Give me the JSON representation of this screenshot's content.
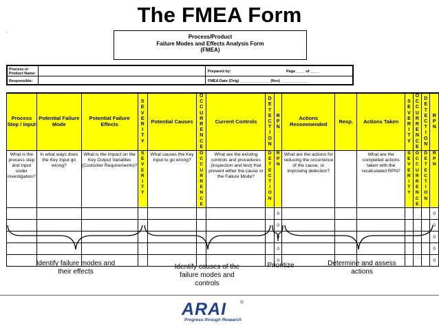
{
  "slide": {
    "title": "The FMEA Form",
    "marker": "-"
  },
  "form_header": {
    "line1": "Process/Product",
    "line2": "Failure Modes and Effects Analysis Form",
    "line3": "(FMEA)"
  },
  "info": {
    "process_label": "Process or Product Name:",
    "responsible_label": "Responsible:",
    "prepared_label": "Prepared by:",
    "page_label": "Page ____ of ____",
    "date_label": "FMEA Date (Orig) ______________ (Rev) _____________"
  },
  "columns": [
    {
      "label": "Process Step / Input",
      "vertical": false
    },
    {
      "label": "Potential Failure Mode",
      "vertical": false
    },
    {
      "label": "Potential Failure Effects",
      "vertical": false
    },
    {
      "label": "SEVERITY",
      "vertical": true
    },
    {
      "label": "Potential Causes",
      "vertical": false
    },
    {
      "label": "OCCURRENCE",
      "vertical": true
    },
    {
      "label": "Current Controls",
      "vertical": false
    },
    {
      "label": "DETECTION",
      "vertical": true
    },
    {
      "label": "RPN",
      "vertical": true
    },
    {
      "label": "Actions Recommended",
      "vertical": false
    },
    {
      "label": "Resp.",
      "vertical": false
    },
    {
      "label": "Actions Taken",
      "vertical": false
    },
    {
      "label": "SEVERITY",
      "vertical": true
    },
    {
      "label": "OCCURRENCE",
      "vertical": true
    },
    {
      "label": "DETECTION",
      "vertical": true
    },
    {
      "label": "RPN",
      "vertical": true
    }
  ],
  "descriptions": [
    "What is the process step and Input under investigation?",
    "In what ways does the Key Input go wrong?",
    "What is the impact on the Key Output Variables (Customer Requirements)?",
    "SEVERITY",
    "What causes the Key Input to go wrong?",
    "OCCURRENCE",
    "What are the existing controls and procedures (inspection and test) that prevent either the cause or the Failure Mode?",
    "DETECTION",
    "RPN",
    "What are the actions for reducing the occurrence of the cause, or improving detection?",
    "",
    "What are the completed actions taken with the recalculated RPN?",
    "SEVERITY",
    "OCCURRENCE",
    "DETECTION",
    "RPN"
  ],
  "rows": [
    {
      "rpn": "0",
      "rpn2": "0"
    },
    {
      "rpn": "0",
      "rpn2": "0"
    },
    {
      "rpn": "0",
      "rpn2": "0"
    },
    {
      "rpn": "0",
      "rpn2": "0"
    },
    {
      "rpn": "0",
      "rpn2": "0"
    }
  ],
  "captions": {
    "identify_failure": "Identify failure modes and their effects",
    "identify_causes": "Identify causes of the failure modes and controls",
    "prioritize": "Prioritize",
    "determine": "Determine and assess actions"
  },
  "logo": {
    "name": "ARAI",
    "registered": "®",
    "tagline": "Progress through Research",
    "color": "#1f3f8f"
  },
  "colors": {
    "header_fill": "#ffff00"
  }
}
